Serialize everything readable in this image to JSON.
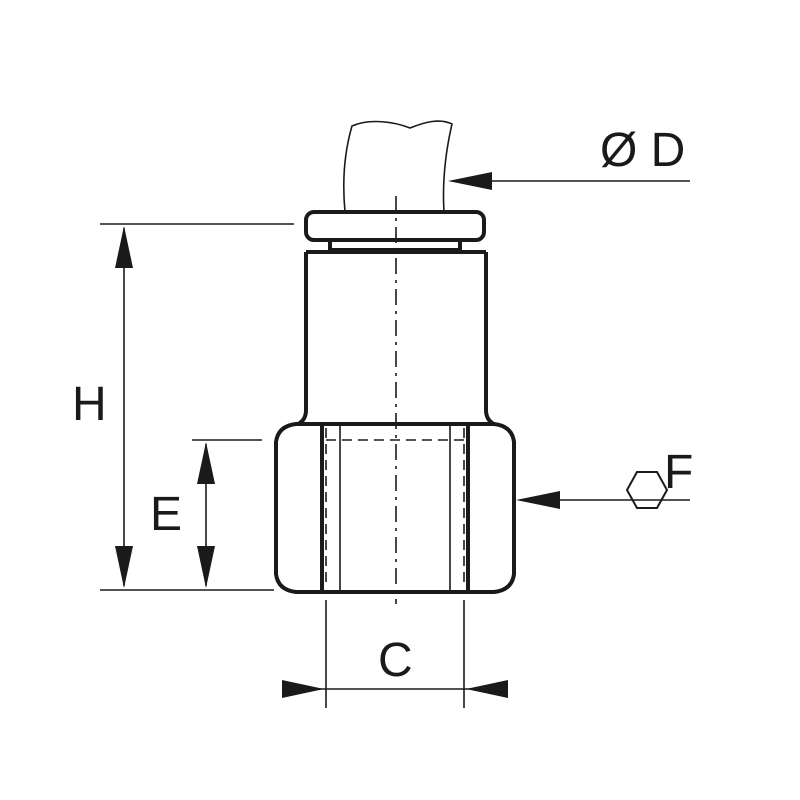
{
  "labels": {
    "diameter_d": "Ø D",
    "hex_f": "F",
    "height_h": "H",
    "thread_e": "E",
    "thread_c": "C"
  },
  "icons": {
    "hex": "hexagon-icon"
  }
}
